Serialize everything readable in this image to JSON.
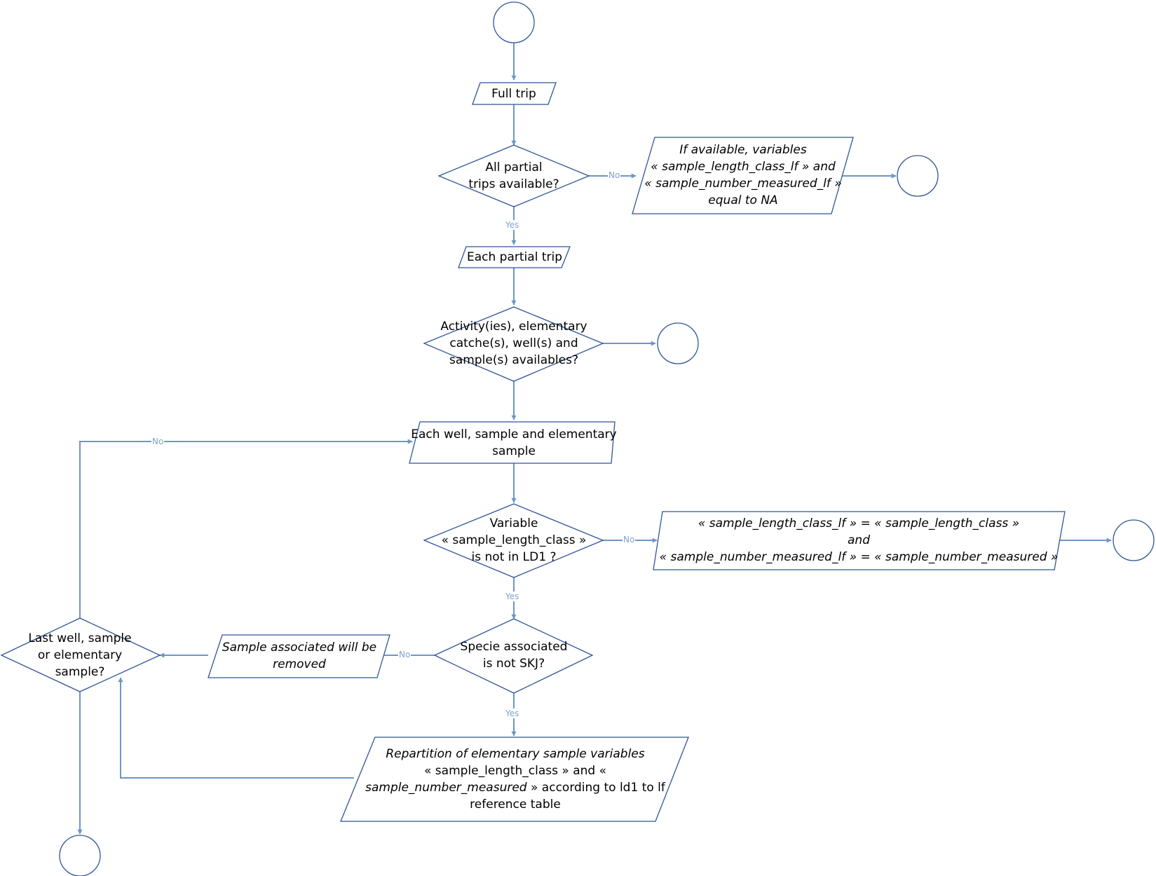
{
  "nodes": {
    "full_trip": "Full trip",
    "all_partial": [
      "All partial",
      "trips available?"
    ],
    "if_available": [
      "If available, variables",
      "« sample_length_class_lf » and",
      "« sample_number_measured_lf »",
      "equal to NA"
    ],
    "each_partial_trip": "Each partial trip",
    "activities": [
      "Activity(ies), elementary",
      "catche(s), well(s) and",
      "sample(s) availables?"
    ],
    "each_well": [
      "Each well, sample and elementary",
      "sample"
    ],
    "variable": [
      "Variable",
      "« sample_length_class »",
      "is not in LD1 ?"
    ],
    "assign_lf": {
      "line1": "« sample_length_class_lf » = « sample_length_class »",
      "line2": "and",
      "line3": "« sample_number_measured_lf » = « sample_number_measured »"
    },
    "specie": [
      "Specie associated",
      "is not SKJ?"
    ],
    "removed": [
      "Sample associated will be",
      "removed"
    ],
    "last_well": [
      "Last well, sample",
      "or elementary",
      "sample?"
    ],
    "repartition": {
      "line1": "Repartition of elementary sample variables",
      "line2": "« sample_length_class » and «",
      "line3_italic": "sample_number_measured",
      "line3_rest": " » according to ld1 to lf",
      "line4": "reference table"
    }
  },
  "edge_labels": {
    "no": "No",
    "yes": "Yes"
  },
  "colors": {
    "shape_stroke": "#2f5597",
    "connector": "#6f95c8",
    "edge_label": "#7fa2cf"
  }
}
